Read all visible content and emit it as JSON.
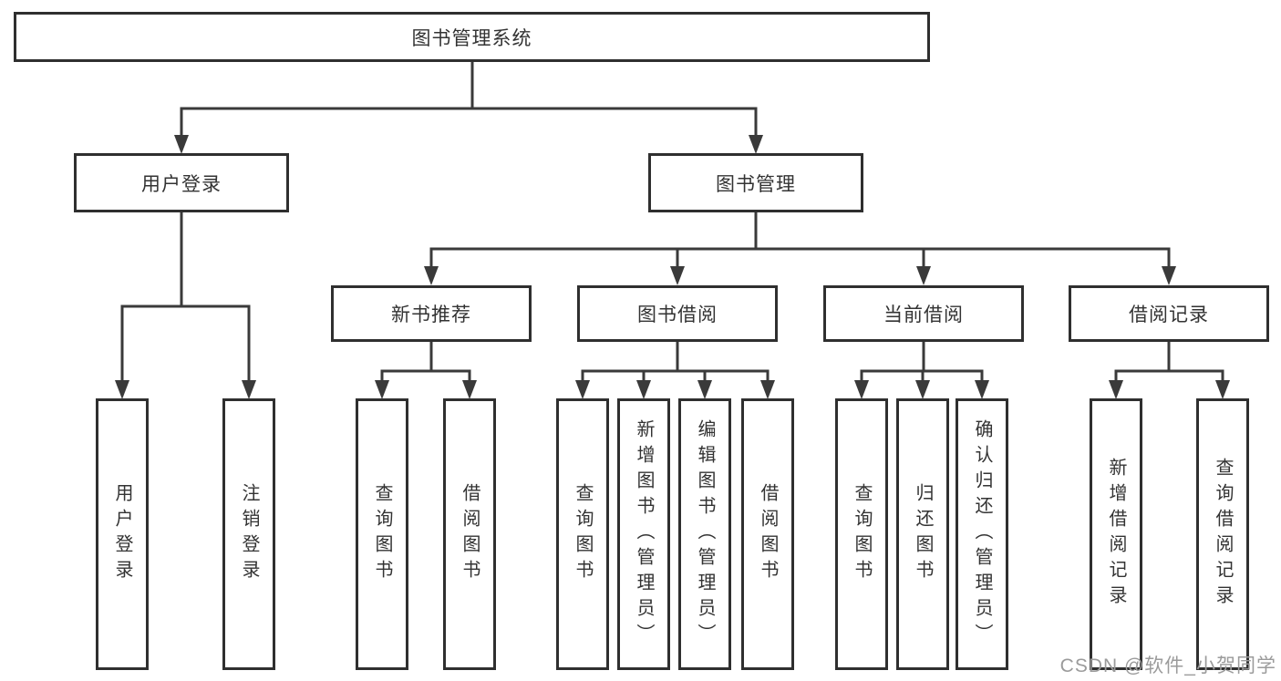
{
  "tree": {
    "label": "图书管理系统",
    "children": [
      {
        "label": "用户登录",
        "children": [
          {
            "label": "用户登录"
          },
          {
            "label": "注销登录"
          }
        ]
      },
      {
        "label": "图书管理",
        "children": [
          {
            "label": "新书推荐",
            "children": [
              {
                "label": "查询图书"
              },
              {
                "label": "借阅图书"
              }
            ]
          },
          {
            "label": "图书借阅",
            "children": [
              {
                "label": "查询图书"
              },
              {
                "label": "新增图书（管理员）"
              },
              {
                "label": "编辑图书（管理员）"
              },
              {
                "label": "借阅图书"
              }
            ]
          },
          {
            "label": "当前借阅",
            "children": [
              {
                "label": "查询图书"
              },
              {
                "label": "归还图书"
              },
              {
                "label": "确认归还（管理员）"
              }
            ]
          },
          {
            "label": "借阅记录",
            "children": [
              {
                "label": "新增借阅记录"
              },
              {
                "label": "查询借阅记录"
              }
            ]
          }
        ]
      }
    ]
  },
  "watermark": {
    "text": "CSDN @软件_小贺同学"
  },
  "colors": {
    "line": "#3a3a3a",
    "box_border": "#2f2f2f",
    "text": "#333333",
    "watermark_text": "#9b9b9b",
    "background": "#ffffff"
  }
}
